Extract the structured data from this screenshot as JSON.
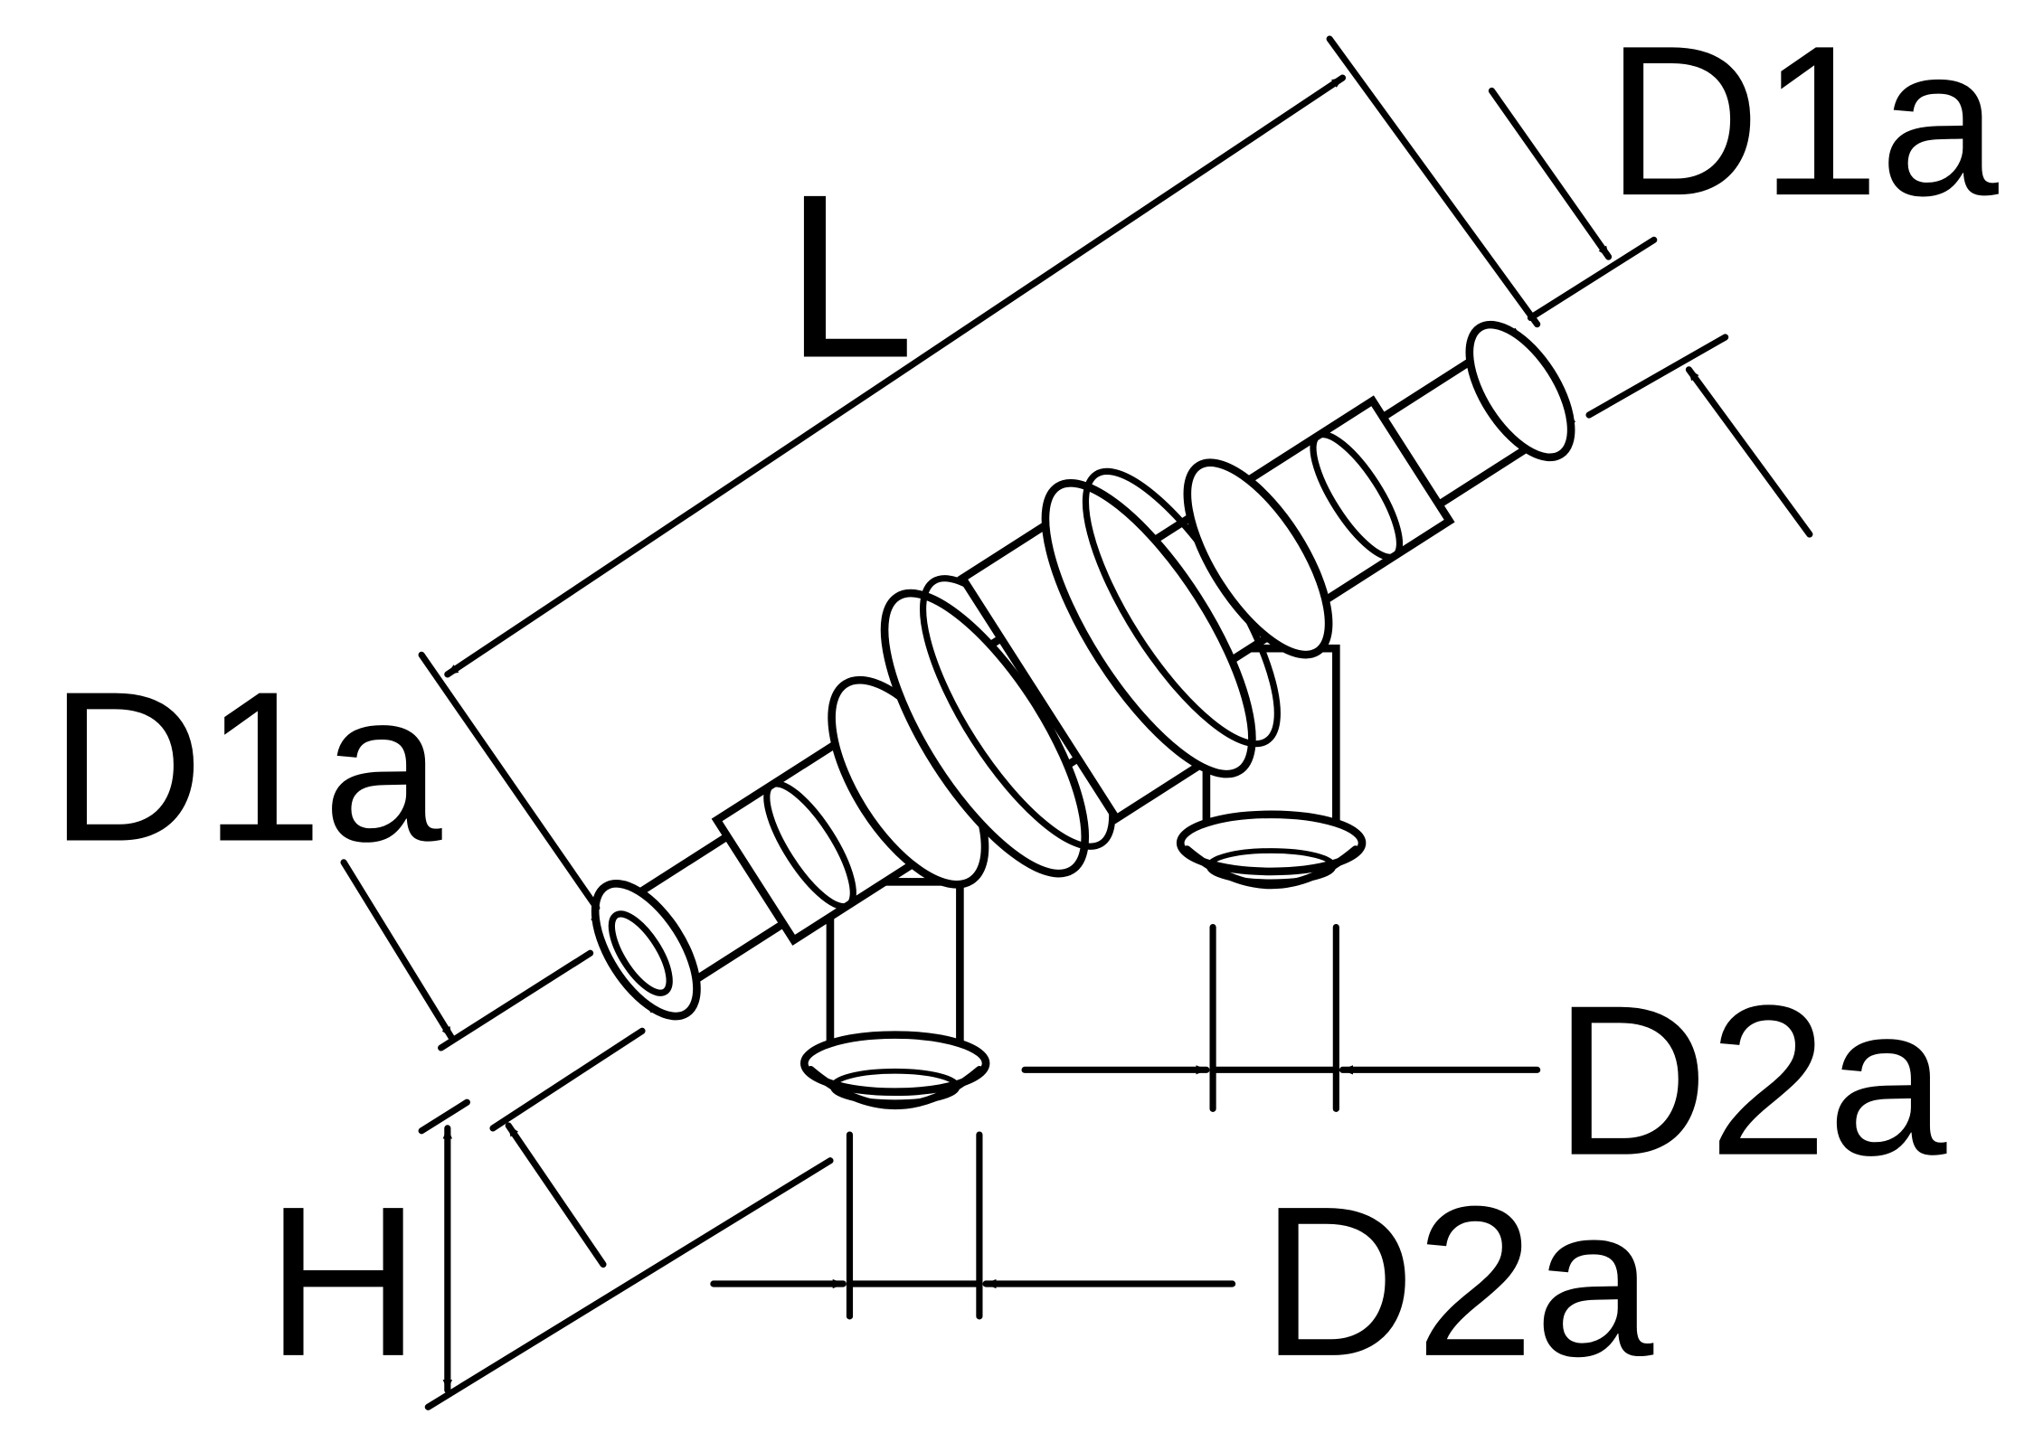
{
  "diagram": {
    "labels": {
      "length": "L",
      "d1a_top": "D1a",
      "d1a_left": "D1a",
      "d2a_upper": "D2a",
      "d2a_lower": "D2a",
      "height": "H"
    },
    "colors": {
      "line": "#000000",
      "background": "#ffffff"
    }
  }
}
